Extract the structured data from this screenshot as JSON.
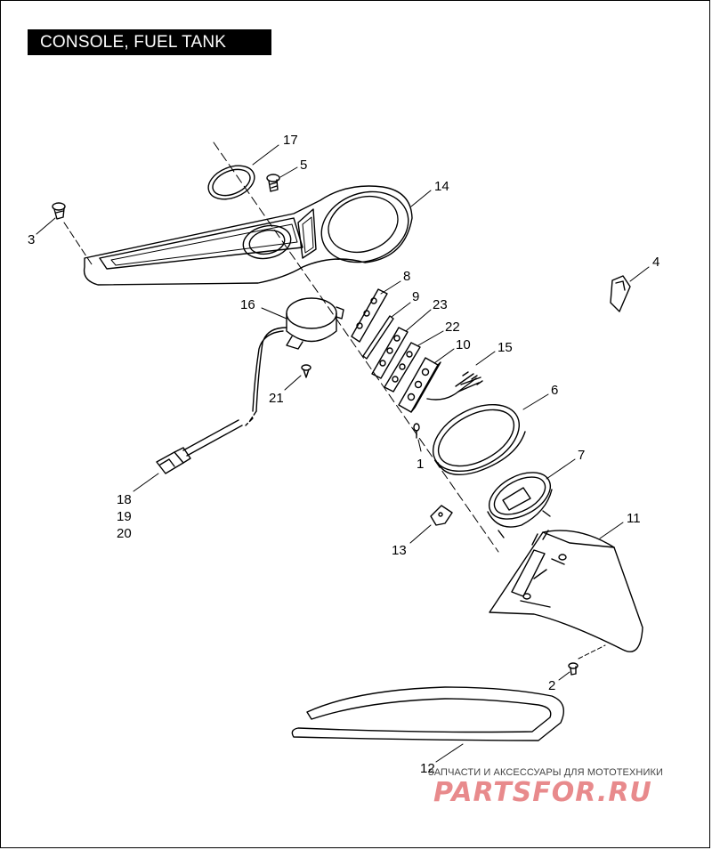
{
  "title": "CONSOLE, FUEL TANK",
  "callouts": [
    {
      "id": "c17",
      "text": "17"
    },
    {
      "id": "c5",
      "text": "5"
    },
    {
      "id": "c14",
      "text": "14"
    },
    {
      "id": "c3",
      "text": "3"
    },
    {
      "id": "c4",
      "text": "4"
    },
    {
      "id": "c8",
      "text": "8"
    },
    {
      "id": "c9",
      "text": "9"
    },
    {
      "id": "c23",
      "text": "23"
    },
    {
      "id": "c16",
      "text": "16"
    },
    {
      "id": "c22",
      "text": "22"
    },
    {
      "id": "c10",
      "text": "10"
    },
    {
      "id": "c15",
      "text": "15"
    },
    {
      "id": "c6",
      "text": "6"
    },
    {
      "id": "c21",
      "text": "21"
    },
    {
      "id": "c1",
      "text": "1"
    },
    {
      "id": "c7",
      "text": "7"
    },
    {
      "id": "c18",
      "text": "18"
    },
    {
      "id": "c19",
      "text": "19"
    },
    {
      "id": "c20",
      "text": "20"
    },
    {
      "id": "c11",
      "text": "11"
    },
    {
      "id": "c13",
      "text": "13"
    },
    {
      "id": "c2",
      "text": "2"
    },
    {
      "id": "c12",
      "text": "12"
    }
  ],
  "watermark": {
    "subtitle": "ЗАПЧАСТИ И АКСЕССУАРЫ ДЛЯ МОТОТЕХНИКИ",
    "logo": "PARTSFOR.RU"
  }
}
